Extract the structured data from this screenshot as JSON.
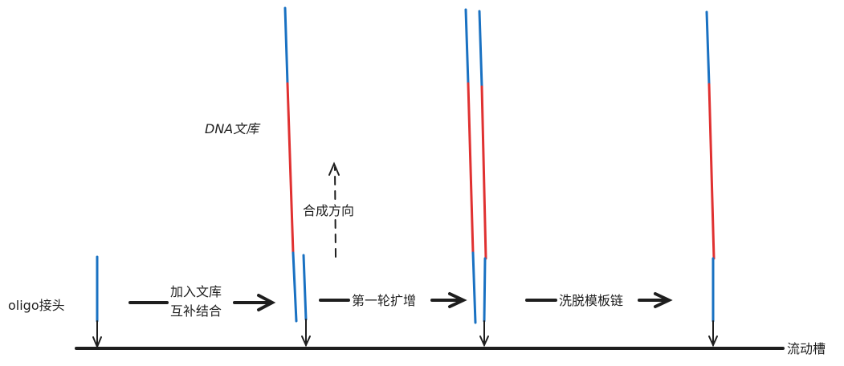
{
  "labels": {
    "oligo": "oligo接头",
    "dna_library": "DNA文库",
    "synthesis_direction": "合成方向",
    "step1_line1": "加入文库",
    "step1_line2": "互补结合",
    "step2": "第一轮扩增",
    "step3": "洗脱模板链",
    "flow_cell": "流动槽"
  },
  "colors": {
    "adapter": "#1971c2",
    "insert": "#e03131",
    "ink": "#1e1e1e"
  }
}
